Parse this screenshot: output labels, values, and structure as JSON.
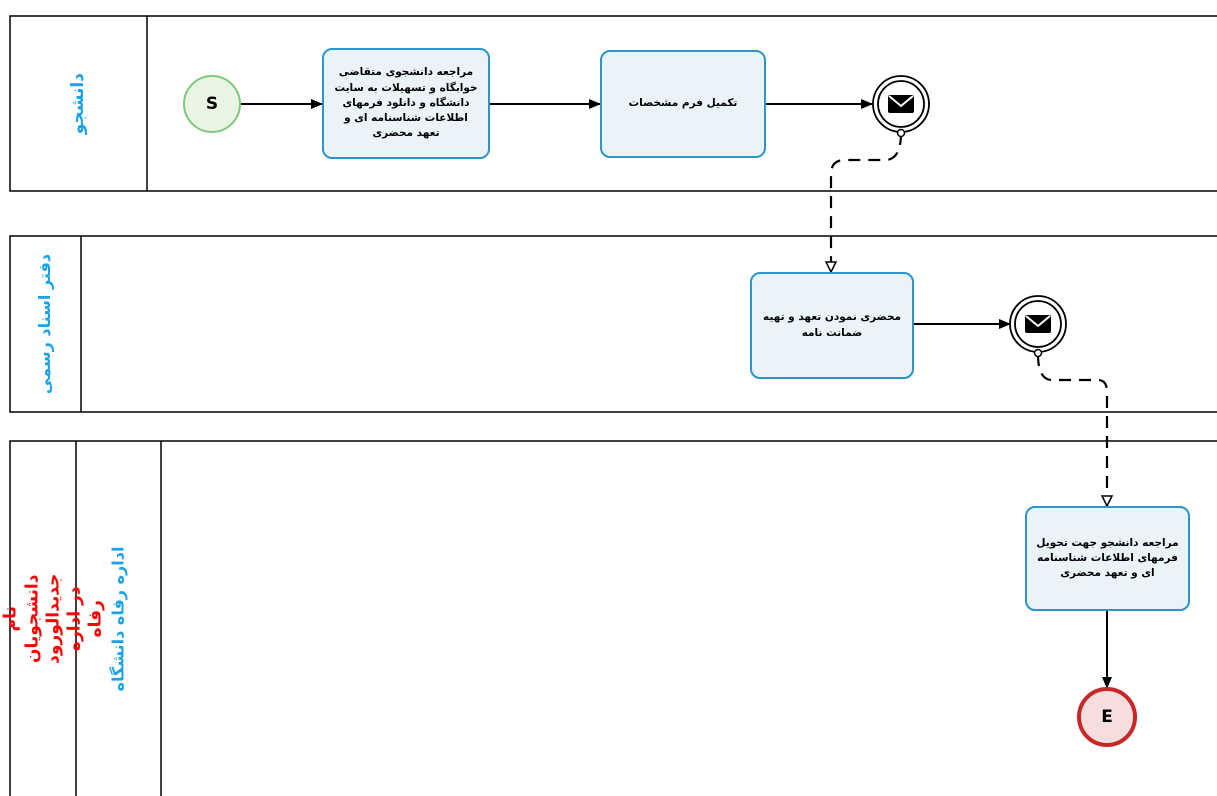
{
  "pool": {
    "title": "فرآیند ثبت نام دانشجویان جدیدالورود در اداره رفاه",
    "title_color": "#ff0000"
  },
  "lanes": [
    {
      "label": "دانشجو",
      "color": "#1aa3e8"
    },
    {
      "label": "دفتر اسناد رسمی",
      "color": "#1aa3e8"
    },
    {
      "label": "اداره رفاه دانشگاه",
      "color": "#1aa3e8"
    }
  ],
  "events": {
    "start": {
      "label": "S",
      "fill": "#e8f5e2",
      "stroke": "#7fc97a"
    },
    "end": {
      "label": "E",
      "fill": "#f7dede",
      "stroke": "#c62828"
    }
  },
  "tasks": {
    "t1": "مراجعه دانشجوی متقاضی خوابگاه و تسهیلات به سایت دانشگاه و دانلود فرمهای اطلاعات شناسنامه ای و تعهد محضری",
    "t2": "تکمیل فرم مشخصات",
    "t3": "محضری نمودن تعهد و تهیه ضمانت نامه",
    "t4": "مراجعه دانشجو جهت تحویل فرمهای اطلاعات شناسنامه ای و تعهد محضری"
  },
  "message_events": [
    "envelope-icon",
    "envelope-icon"
  ],
  "colors": {
    "task_fill": "#e9f3f8",
    "task_stroke": "#2c95c9",
    "line": "#000000"
  }
}
